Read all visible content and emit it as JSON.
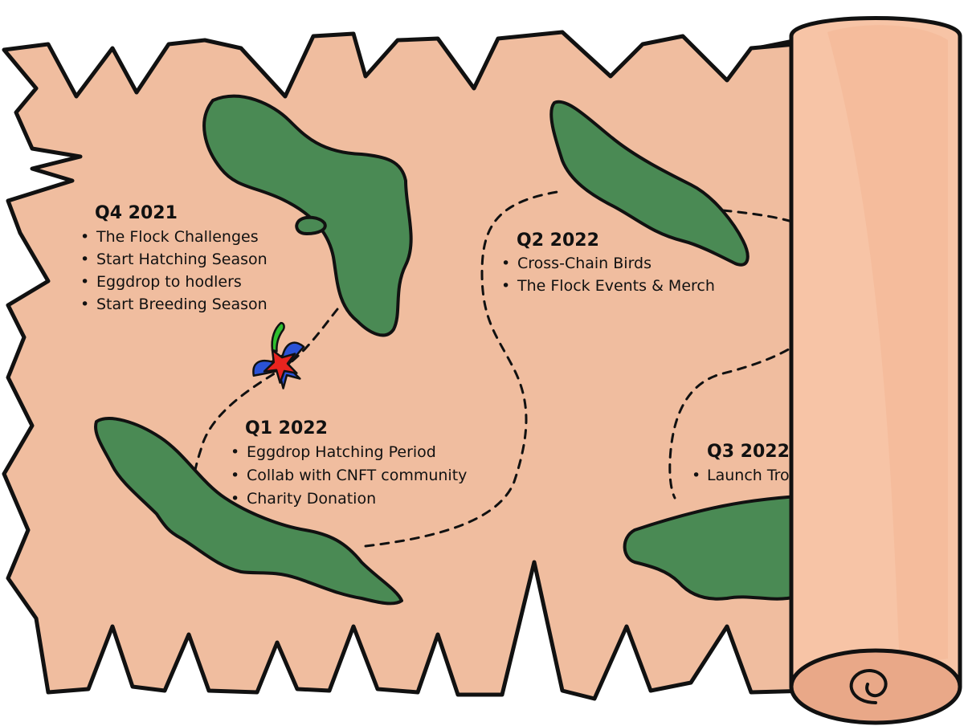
{
  "colors": {
    "parchment": "#f0bd9f",
    "scroll_shadow": "#c0917b",
    "scroll_face": "#f7c4a6",
    "island": "#4a8a54",
    "ink": "#111111",
    "bird_body": "#e8241f",
    "bird_wing": "#2a52d6",
    "bird_head": "#2fbf2f"
  },
  "icons": [
    "scroll-roll-icon",
    "bird-marker-icon"
  ],
  "roadmap": {
    "q4_2021": {
      "title": "Q4 2021",
      "items": [
        "The Flock Challenges",
        "Start Hatching Season",
        "Eggdrop to hodlers",
        "Start Breeding Season"
      ]
    },
    "q1_2022": {
      "title": "Q1 2022",
      "items": [
        "Eggdrop Hatching Period",
        "Collab with CNFT community",
        "Charity Donation"
      ]
    },
    "q2_2022": {
      "title": "Q2 2022",
      "items": [
        "Cross-Chain Birds",
        "The Flock Events & Merch"
      ]
    },
    "q3_2022": {
      "title": "Q3 2022",
      "items": [
        "Launch Tropic"
      ]
    }
  }
}
